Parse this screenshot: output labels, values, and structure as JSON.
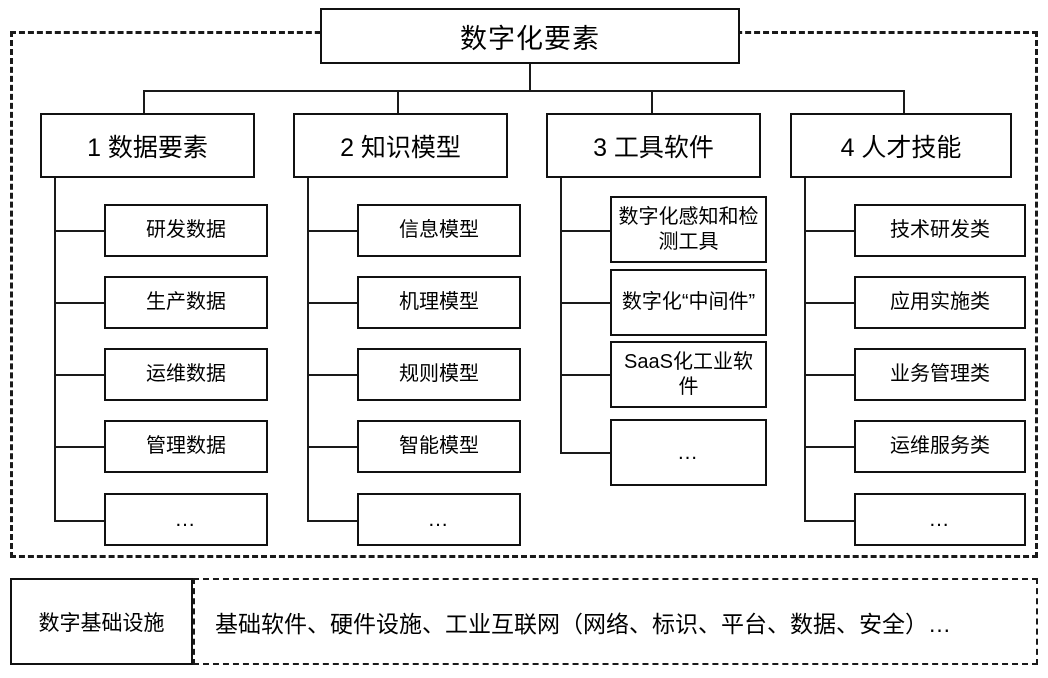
{
  "diagram": {
    "root": {
      "label": "数字化要素"
    },
    "categories": [
      {
        "label": "1 数据要素",
        "children": [
          {
            "label": "研发数据"
          },
          {
            "label": "生产数据"
          },
          {
            "label": "运维数据"
          },
          {
            "label": "管理数据"
          },
          {
            "label": "…"
          }
        ]
      },
      {
        "label": "2 知识模型",
        "children": [
          {
            "label": "信息模型"
          },
          {
            "label": "机理模型"
          },
          {
            "label": "规则模型"
          },
          {
            "label": "智能模型"
          },
          {
            "label": "…"
          }
        ]
      },
      {
        "label": "3 工具软件",
        "children": [
          {
            "label": "数字化感知和检测工具"
          },
          {
            "label": "数字化“中间件”"
          },
          {
            "label": "SaaS化工业软件"
          },
          {
            "label": "…"
          }
        ]
      },
      {
        "label": "4 人才技能",
        "children": [
          {
            "label": "技术研发类"
          },
          {
            "label": "应用实施类"
          },
          {
            "label": "业务管理类"
          },
          {
            "label": "运维服务类"
          },
          {
            "label": "…"
          }
        ]
      }
    ],
    "infrastructure": {
      "label": "数字基础设施",
      "content": "基础软件、硬件设施、工业互联网（网络、标识、平台、数据、安全）…"
    }
  },
  "colors": {
    "stroke": "#1a1a1a",
    "box_border": "#111111",
    "background": "#ffffff"
  }
}
